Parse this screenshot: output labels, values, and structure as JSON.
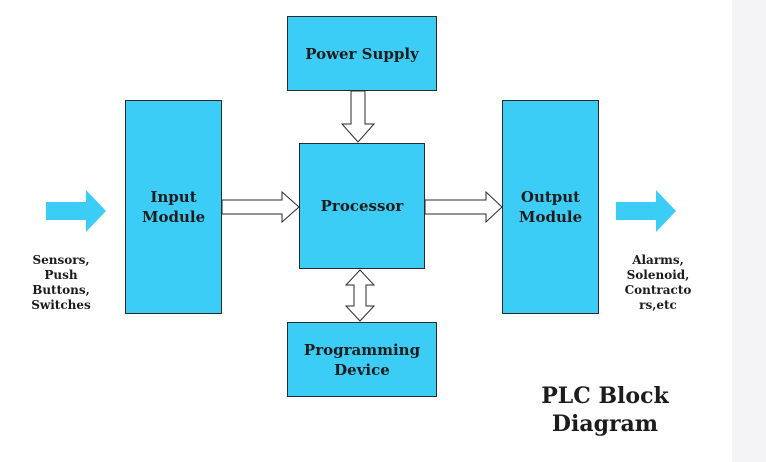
{
  "title": "PLC Block\nDiagram",
  "colors": {
    "box_fill": "#3ccdf7",
    "io_arrow_fill": "#3ccdf7",
    "outline": "#2a2a2a"
  },
  "blocks": {
    "power_supply": "Power Supply",
    "input_module": "Input\nModule",
    "processor": "Processor",
    "output_module": "Output\nModule",
    "programming_device": "Programming\nDevice"
  },
  "side_labels": {
    "inputs": "Sensors,\nPush\nButtons,\nSwitches",
    "outputs": "Alarms,\nSolenoid,\nContracto\nrs,etc"
  },
  "icons": {
    "input_arrow": "right-arrow-icon",
    "output_arrow": "right-arrow-icon"
  }
}
